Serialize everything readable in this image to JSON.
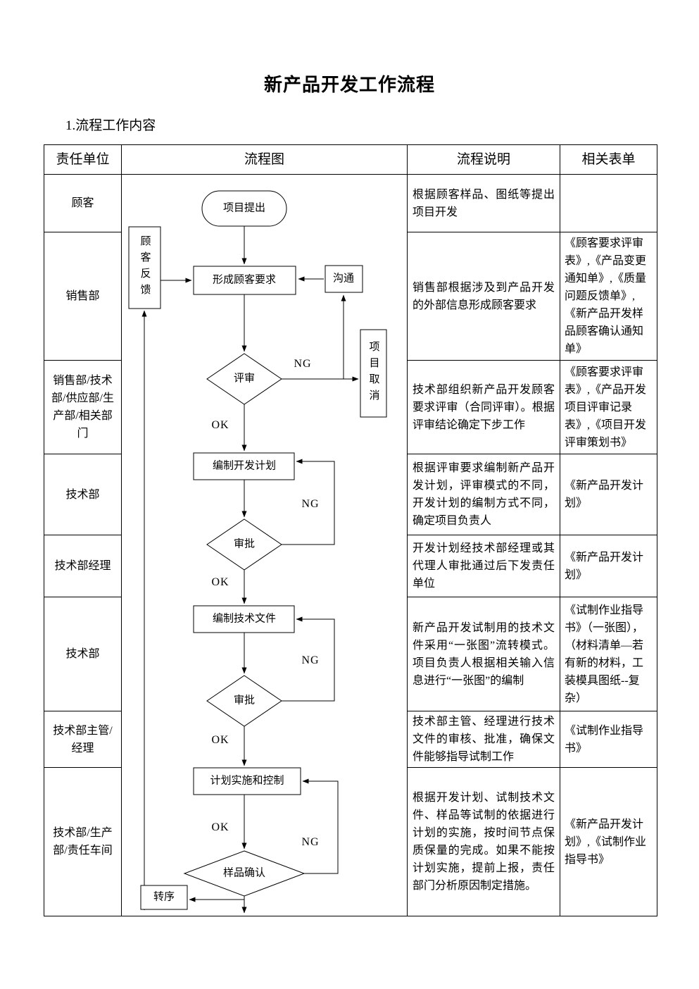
{
  "title": "新产品开发工作流程",
  "subtitle": "1.流程工作内容",
  "table": {
    "headers": {
      "unit": "责任单位",
      "flow": "流程图",
      "desc": "流程说明",
      "forms": "相关表单"
    },
    "rows": [
      {
        "unit": "顾客",
        "desc": "根据顾客样品、图纸等提出项目开发",
        "forms": ""
      },
      {
        "unit": "销售部",
        "desc": "销售部根据涉及到产品开发的外部信息形成顾客要求",
        "forms": "《顾客要求评审表》,《产品变更通知单》,《质量问题反馈单》,《新产品开发样品顾客确认通知单》"
      },
      {
        "unit": "销售部/技术部/供应部/生产部/相关部门",
        "desc": "技术部组织新产品开发顾客要求评审（合同评审）。根据评审结论确定下步工作",
        "forms": "《顾客要求评审表》,《产品开发项目评审记录表》,《项目开发评审策划书》"
      },
      {
        "unit": "技术部",
        "desc": "根据评审要求编制新产品开发计划，评审模式的不同，开发计划的编制方式不同，确定项目负责人",
        "forms": "《新产品开发计划》"
      },
      {
        "unit": "技术部经理",
        "desc": "开发计划经技术部经理或其代理人审批通过后下发责任单位",
        "forms": "《新产品开发计划》"
      },
      {
        "unit": "技术部",
        "desc": "新产品开发试制用的技术文件采用“一张图”流转模式。项目负责人根据相关输入信息进行“一张图”的编制",
        "forms": "《试制作业指导书》（一张图），（材料清单—若有新的材料，工装模具图纸--复杂）"
      },
      {
        "unit": "技术部主管/经理",
        "desc": "技术部主管、经理进行技术文件的审核、批准，确保文件能够指导试制工作",
        "forms": "《试制作业指导书》"
      },
      {
        "unit": "技术部/生产部/责任车间",
        "desc": "根据开发计划、试制技术文件、样品等试制的依据进行计划的实施，按时间节点保质保量的完成。如果不能按计划实施，提前上报，责任部门分析原因制定措施。",
        "forms": "《新产品开发计划》,《试制作业指导书》"
      }
    ]
  },
  "flowchart": {
    "nodes": {
      "project_proposal": "项目提出",
      "form_requirements": "形成顾客要求",
      "communicate": "沟通",
      "customer_feedback": "顾客反馈",
      "review": "评审",
      "project_cancel": "项目取消",
      "develop_plan": "编制开发计划",
      "approval": "审批",
      "tech_docs": "编制技术文件",
      "implementation": "计划实施和控制",
      "sample_confirm": "样品确认",
      "transfer": "转序"
    },
    "labels": {
      "ok": "OK",
      "ng": "NG"
    }
  }
}
